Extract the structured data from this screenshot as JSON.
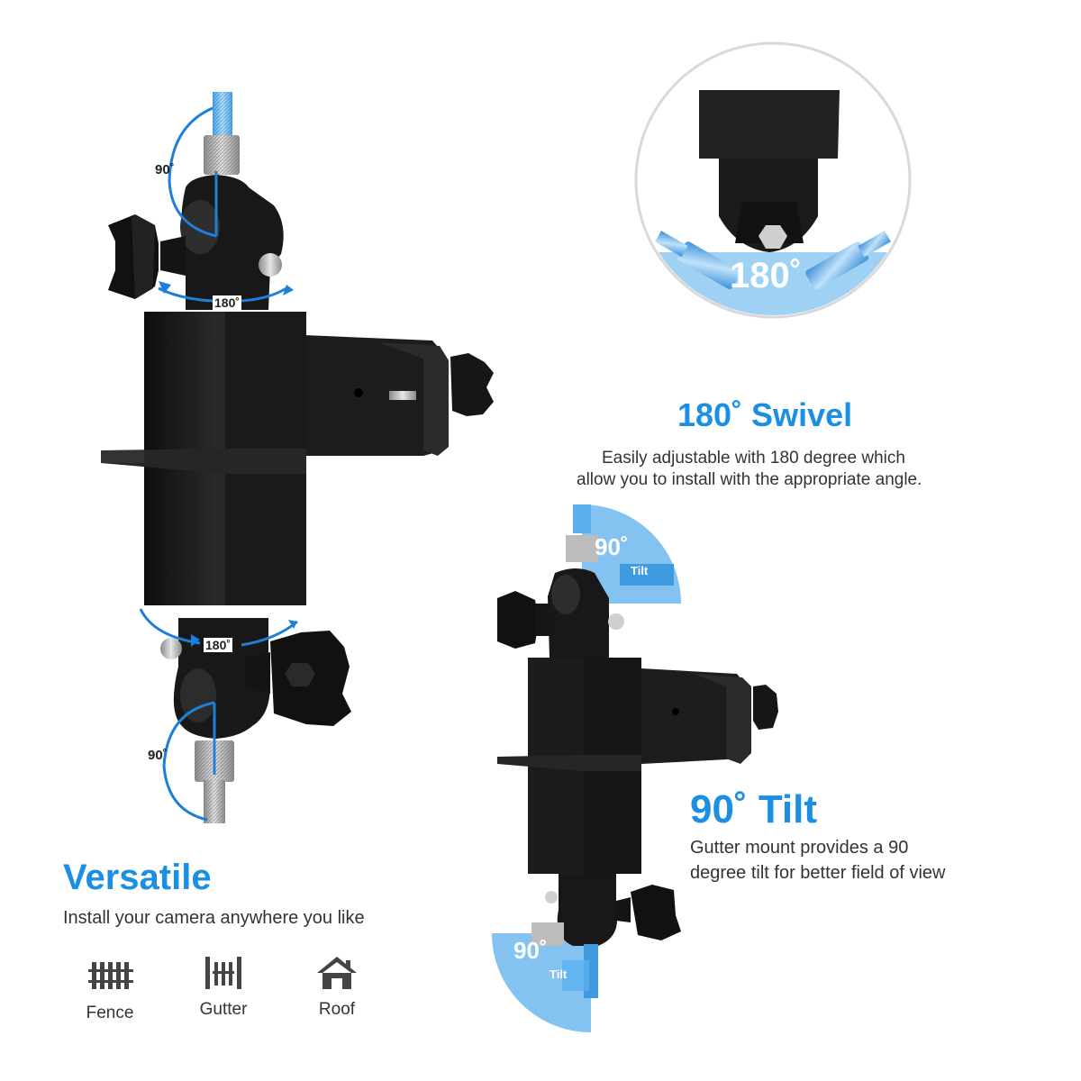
{
  "colors": {
    "accent": "#1a8fe3",
    "arc_blue": "#1d7fd8",
    "highlight_fill": "#8cc7f2",
    "mount_black": "#1c1c1c"
  },
  "main_mount": {
    "top_tilt_label": "90˚",
    "top_swivel_label": "180˚",
    "bottom_swivel_label": "180˚",
    "bottom_tilt_label": "90˚"
  },
  "swivel_inset": {
    "angle_label": "180˚"
  },
  "swivel_section": {
    "title": "180˚ Swivel",
    "description_line1": "Easily adjustable with 180 degree which",
    "description_line2": "allow you to install with the appropriate angle."
  },
  "tilt_diagram": {
    "top_angle": "90˚",
    "top_tilt": "Tilt",
    "bottom_angle": "90˚",
    "bottom_tilt": "Tilt"
  },
  "tilt_section": {
    "title": "90˚ Tilt",
    "description_line1": "Gutter mount provides a 90",
    "description_line2": "degree tilt for better field of view"
  },
  "versatile_section": {
    "title": "Versatile",
    "description": "Install your camera anywhere you like"
  },
  "install_icons": [
    {
      "icon": "fence-icon",
      "label": "Fence"
    },
    {
      "icon": "gutter-icon",
      "label": "Gutter"
    },
    {
      "icon": "roof-icon",
      "label": "Roof"
    }
  ]
}
